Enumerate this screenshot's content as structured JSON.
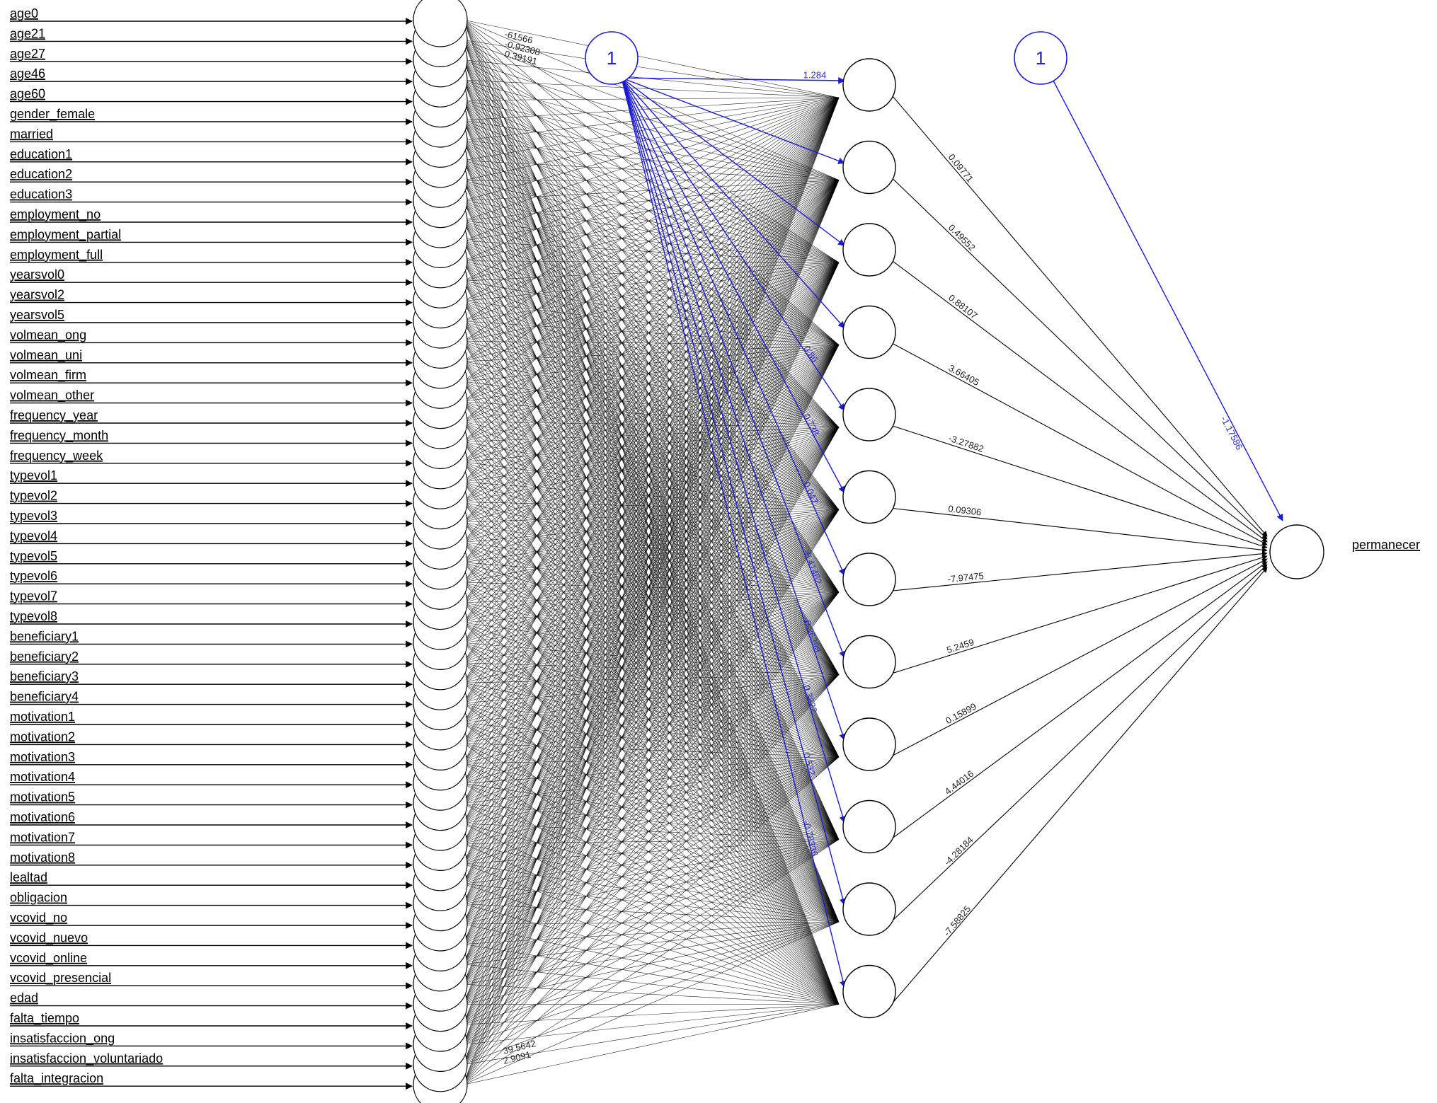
{
  "diagram": {
    "type": "neural-network",
    "colors": {
      "edge": "#000000",
      "bias": "#1a1ad6",
      "node_fill": "#ffffff",
      "node_stroke": "#000000"
    },
    "inputs": [
      "age0",
      "age21",
      "age27",
      "age46",
      "age60",
      "gender_female",
      "married",
      "education1",
      "education2",
      "education3",
      "employment_no",
      "employment_partial",
      "employment_full",
      "yearsvol0",
      "yearsvol2",
      "yearsvol5",
      "volmean_ong",
      "volmean_uni",
      "volmean_firm",
      "volmean_other",
      "frequency_year",
      "frequency_month",
      "frequency_week",
      "typevol1",
      "typevol2",
      "typevol3",
      "typevol4",
      "typevol5",
      "typevol6",
      "typevol7",
      "typevol8",
      "beneficiary1",
      "beneficiary2",
      "beneficiary3",
      "beneficiary4",
      "motivation1",
      "motivation2",
      "motivation3",
      "motivation4",
      "motivation5",
      "motivation6",
      "motivation7",
      "motivation8",
      "lealtad",
      "obligacion",
      "vcovid_no",
      "vcovid_nuevo",
      "vcovid_online",
      "vcovid_presencial",
      "edad",
      "falta_tiempo",
      "insatisfaccion_ong",
      "insatisfaccion_voluntariado",
      "falta_integracion"
    ],
    "hidden_count": 12,
    "output": "permanecer",
    "bias_label": "1",
    "hidden_to_output_weights": [
      "0.09771",
      "0.49552",
      "0.88107",
      "3.66405",
      "-3.27882",
      "0.09306",
      "-7.97475",
      "5.2459",
      "0.15899",
      "4.44016",
      "-4.28184",
      "-7.58825"
    ],
    "output_bias_weight": "-1.17586",
    "hidden_bias_weights": [
      "1.284",
      "",
      "",
      "",
      "0.86",
      "0.738",
      "0.047",
      "-0.41462",
      "-0.36398",
      "0.3822",
      "0.532",
      "-0.78336"
    ],
    "input_weight_labels_top": [
      "-61566",
      "-0.92308",
      "0.39191"
    ],
    "input_weight_labels_bottom": [
      "39.5642",
      "2.9091"
    ]
  }
}
